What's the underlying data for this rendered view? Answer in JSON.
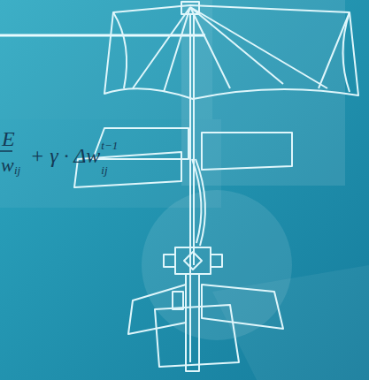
{
  "diagram": {
    "labels": [
      "E",
      "w",
      "ij",
      "+ γ · Δw",
      "t−1",
      "ij"
    ]
  }
}
